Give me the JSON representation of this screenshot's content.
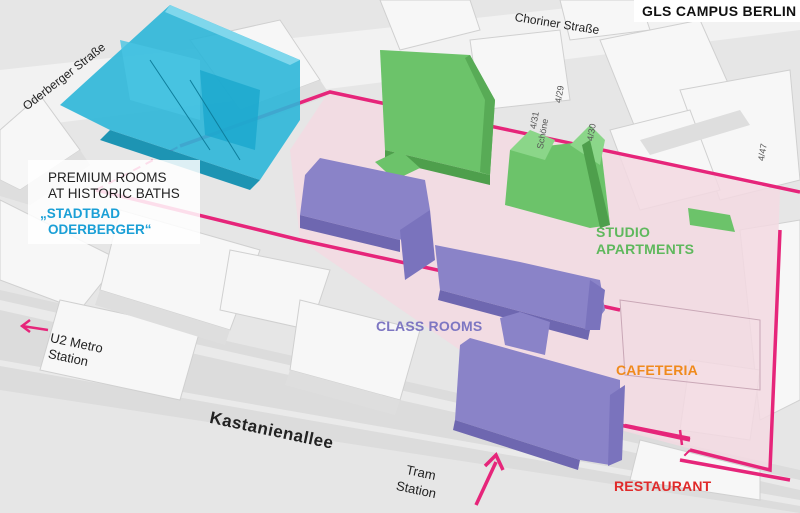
{
  "title": "GLS CAMPUS BERLIN",
  "streets": {
    "oderberger": "Oderberger Straße",
    "choriner": "Choriner Straße",
    "kastanienallee": "Kastanienallee"
  },
  "landmarks": {
    "metro_line1": "U2 Metro",
    "metro_line2": "Station",
    "tram_line1": "Tram",
    "tram_line2": "Station"
  },
  "labels": {
    "baths_line1": "PREMIUM ROOMS",
    "baths_line2": "AT HISTORIC BATHS",
    "baths_name1": "„STADTBAD",
    "baths_name2": "ODERBERGER“",
    "studio1": "STUDIO",
    "studio2": "APARTMENTS",
    "class_rooms": "CLASS ROOMS",
    "cafeteria": "CAFETERIA",
    "restaurant": "RESTAURANT"
  },
  "house_numbers": [
    "4/29",
    "4/30",
    "4/31",
    "4/47",
    "Schöne"
  ],
  "colors": {
    "baths": "#2cb6d8",
    "studio": "#6cc36a",
    "class_rooms": "#8a83c8",
    "cafeteria": "#f08a1c",
    "restaurant": "#e02a2a",
    "campus_outline": "#e6257a",
    "campus_fill": "#f3d9e2"
  }
}
